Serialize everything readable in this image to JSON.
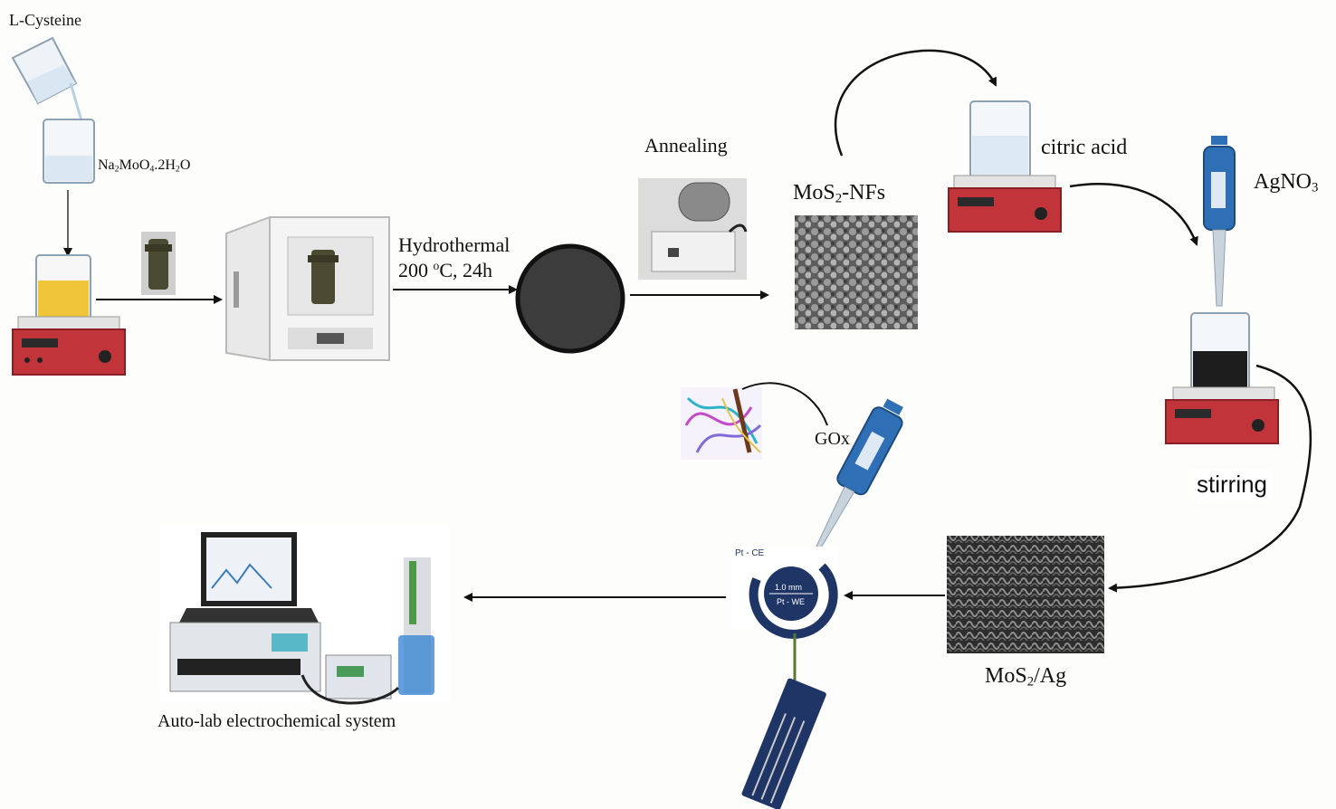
{
  "labels": {
    "cysteine": "L-Cysteine",
    "molybdate": {
      "base": "Na",
      "s1": "2",
      "mid": "MoO",
      "s2": "4",
      "tail": ".2H",
      "s3": "2",
      "end": "O"
    },
    "hydrothermal_line1": "Hydrothermal",
    "hydrothermal_line2": {
      "num": "200 ",
      "deg": "o",
      "rest": "C, 24h"
    },
    "annealing": "Annealing",
    "mos2_nfs": {
      "pre": "MoS",
      "sub": "2",
      "post": "-NFs"
    },
    "citric_acid": "citric acid",
    "agno3": {
      "pre": "AgNO",
      "sub": "3"
    },
    "stirring": "stirring",
    "mos2_ag": {
      "pre": "MoS",
      "sub": "2",
      "post": "/Ag"
    },
    "gox": "GOx",
    "autolab": "Auto-lab electrochemical system",
    "electrode_ce": "Pt - CE",
    "electrode_size": "1.0 mm",
    "electrode_we": "Pt - WE"
  },
  "colors": {
    "background": "#fdfdfb",
    "hotplate_red": "#c0343a",
    "yellow_solution": "#f0c53a",
    "pipette_blue": "#2f6fb5",
    "electrode_navy": "#1f3566",
    "sem_gray": "#6f6f6f"
  },
  "icons": [
    "beaker-pour-icon",
    "beaker-icon",
    "hotplate-icon",
    "autoclave-icon",
    "oven-icon",
    "dark-powder-dish-icon",
    "tube-furnace-icon",
    "sem-image-icon",
    "pipette-icon",
    "enzyme-structure-icon",
    "electrode-icon",
    "screen-printed-electrode-icon",
    "potentiostat-laptop-icon"
  ]
}
